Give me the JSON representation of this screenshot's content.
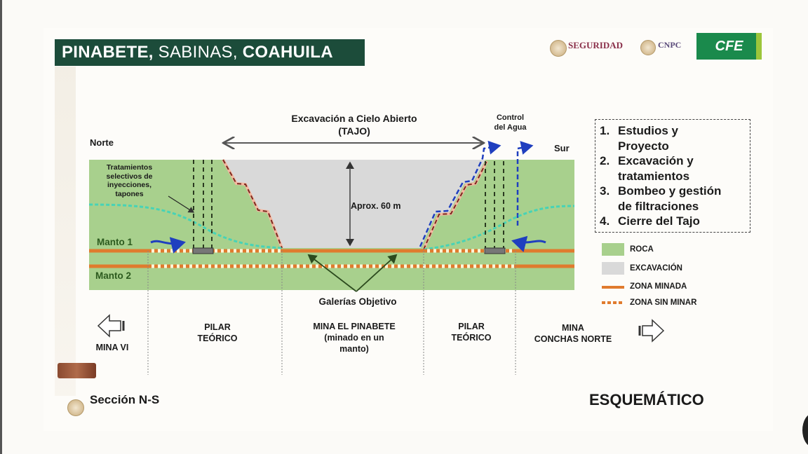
{
  "header": {
    "title_bold_1": "PINABETE,",
    "title_light": " SABINAS, ",
    "title_bold_2": "COAHUILA",
    "logos": [
      "SEGURIDAD",
      "CNPC",
      "CFE"
    ]
  },
  "diagram": {
    "top_label": "Excavación a Cielo Abierto",
    "top_label_sub": "(TAJO)",
    "north_label": "Norte",
    "south_label": "Sur",
    "water_control": "Control",
    "water_control_sub": "del Agua",
    "depth_label": "Aprox. 60 m",
    "treatment_label": [
      "Tratamientos",
      "selectivos de",
      "inyecciones,",
      "tapones"
    ],
    "seam_1": "Manto 1",
    "seam_2": "Manto 2",
    "target_galleries": "Galerías Objetivo"
  },
  "zones": [
    {
      "id": "mina-vi",
      "lines": [
        "MINA VI"
      ]
    },
    {
      "id": "pilar-norte",
      "lines": [
        "PILAR",
        "TEÓRICO"
      ]
    },
    {
      "id": "mina-pinabete",
      "lines": [
        "MINA EL PINABETE",
        "(minado en un",
        "manto)"
      ]
    },
    {
      "id": "pilar-sur",
      "lines": [
        "PILAR",
        "TEÓRICO"
      ]
    },
    {
      "id": "mina-conchas",
      "lines": [
        "MINA",
        "CONCHAS NORTE"
      ]
    }
  ],
  "steps": [
    {
      "num": "1.",
      "lines": [
        "Estudios y",
        "Proyecto"
      ]
    },
    {
      "num": "2.",
      "lines": [
        "Excavación y",
        "tratamientos"
      ]
    },
    {
      "num": "3.",
      "lines": [
        "Bombeo y gestión",
        "de filtraciones"
      ]
    },
    {
      "num": "4.",
      "lines": [
        "Cierre del Tajo"
      ]
    }
  ],
  "legend": [
    {
      "label": "ROCA",
      "color": "#a8d08d"
    },
    {
      "label": "EXCAVACIÓN",
      "color": "#d9d9d9"
    },
    {
      "label": "ZONA MINADA",
      "color": "#e07b2e"
    },
    {
      "label": "ZONA SIN MINAR",
      "color": "#e07b2e"
    }
  ],
  "footer": {
    "section": "Sección N-S",
    "schematic": "ESQUEMÁTICO"
  },
  "colors": {
    "title_bg": "#1c4c3a",
    "rock": "#a8d08d",
    "excavation": "#d9d9d9",
    "mined": "#e07b2e",
    "water": "#2ed3c0",
    "blue_arrow": "#1f3fbf"
  }
}
